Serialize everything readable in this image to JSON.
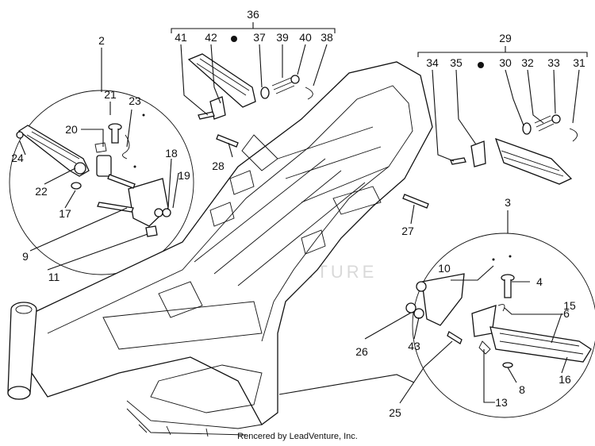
{
  "watermark": "LEADVENTURE",
  "footer_text": "Rencered by LeadVenture, Inc.",
  "callouts": {
    "n2": "2",
    "n3": "3",
    "n4": "4",
    "n6": "6",
    "n8": "8",
    "n9": "9",
    "n10": "10",
    "n11": "11",
    "n13": "13",
    "n15": "15",
    "n16": "16",
    "n17": "17",
    "n18": "18",
    "n19": "19",
    "n20": "20",
    "n21": "21",
    "n22": "22",
    "n23": "23",
    "n24": "24",
    "n25": "25",
    "n26": "26",
    "n27": "27",
    "n28": "28",
    "n29": "29",
    "n30": "30",
    "n31": "31",
    "n32": "32",
    "n33": "33",
    "n34": "34",
    "n35": "35",
    "n36": "36",
    "n37": "37",
    "n38": "38",
    "n39": "39",
    "n40": "40",
    "n41": "41",
    "n42": "42",
    "n43": "43"
  }
}
